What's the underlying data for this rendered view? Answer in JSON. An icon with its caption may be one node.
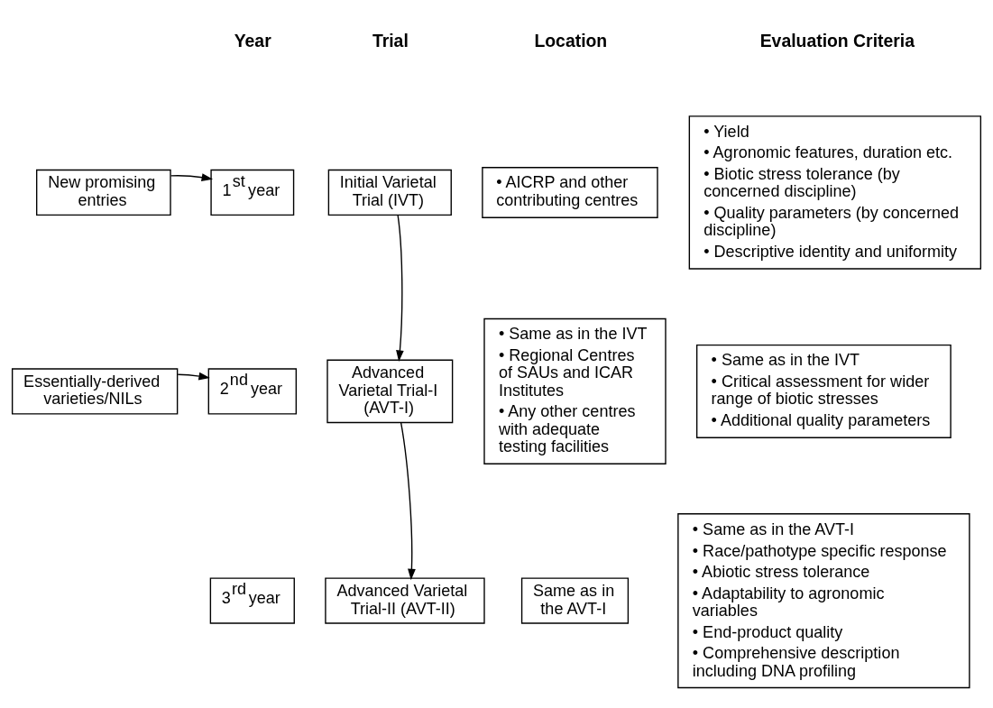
{
  "diagram": {
    "nodes": [
      {
        "text": [
          "New promising entries"
        ]
      },
      {
        "text": [
          "1$^{st}$ year"
        ]
      },
      {
        "text": [
          "Initial Varietal Trial (IVT)"
        ]
      },
      {
        "text": [
          "• AICRP and other contributing centres"
        ]
      },
      {
        "text": [
          "• Yield",
          "• Agronomic features, duration etc.",
          "• Biotic stress tolerance (by concerned discipline)",
          "• Quality parameters (by concerned discipline)",
          "• Descriptive identity and uniformity"
        ]
      },
      {
        "text": [
          "Essentially-derived varieties/NILs"
        ]
      },
      {
        "text": [
          "2$^{nd}$ year"
        ]
      },
      {
        "text": [
          "Advanced Varietal Trial-I (AVT-I)"
        ]
      },
      {
        "text": [
          "• Same as in the IVT",
          "• Regional Centres of SAUs and ICAR Institutes",
          "• Any other centres with adequate testing facilities"
        ]
      },
      {
        "text": [
          "• Same as in the IVT",
          "• Critical assessment for wider range of biotic stresses",
          "• Additional quality parameters"
        ]
      },
      {
        "text": [
          "3$^{rd}$ year"
        ]
      },
      {
        "text": [
          "Advanced Varietal Trial-II (AVT-II)"
        ]
      },
      {
        "text": [
          "Same as in the AVT-I"
        ]
      },
      {
        "text": [
          "• Same as in the AVT-I",
          "• Race/pathotype specific response",
          "• Abiotic stress tolerance",
          "• Adaptability to agronomic variables",
          "• End-product quality",
          "• Comprehensive description including DNA profiling"
        ]
      }
    ],
    "edges": [
      {
        "from": 0,
        "to": 1,
        "arrow": "to"
      },
      {
        "from": 5,
        "to": 6,
        "arrow": "to"
      },
      {
        "from": 2,
        "to": 7,
        "arrow": "to"
      },
      {
        "from": 7,
        "to": 11,
        "arrow": "to"
      }
    ],
    "labels": [
      "Year",
      "Trial",
      "Location",
      "Evaluation Criteria"
    ]
  }
}
